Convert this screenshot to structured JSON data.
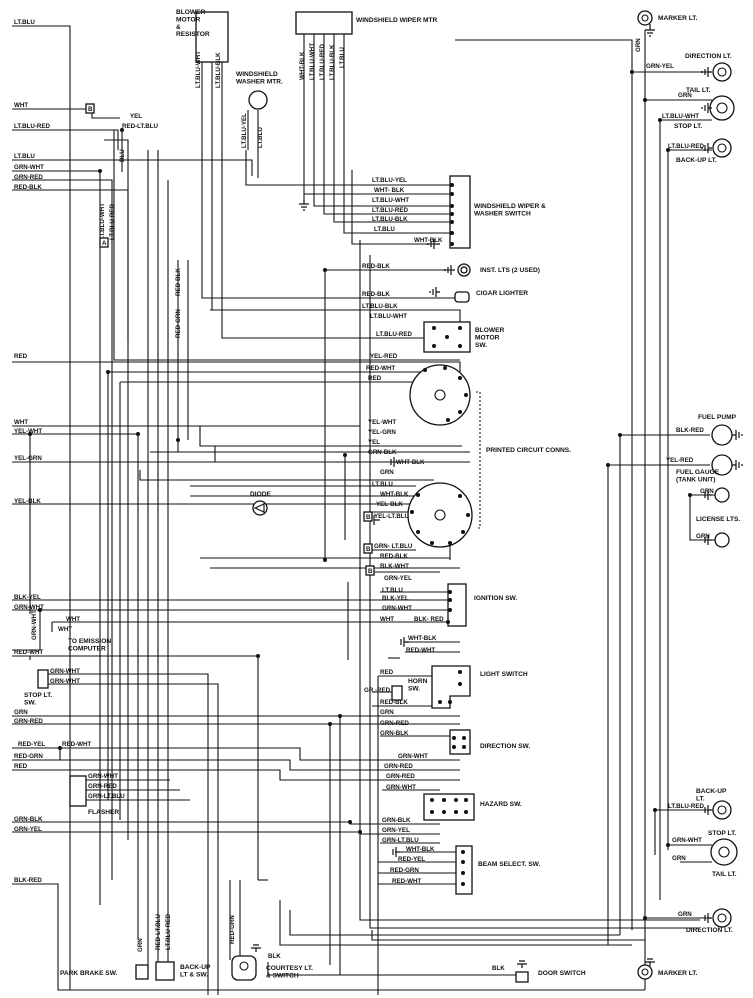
{
  "components": {
    "blower_motor_resistor": "BLOWER\nMOTOR\n&\nRESISTOR",
    "windshield_wiper_mtr": "WINDSHIELD WIPER MTR",
    "windshield_washer_mtr": "WINDSHIELD\nWASHER MTR.",
    "wiper_washer_switch": "WINDSHIELD WIPER &\nWASHER SWITCH",
    "inst_lts": "INST. LTS (2 USED)",
    "cigar_lighter": "CIGAR LIGHTER",
    "blower_motor_sw": "BLOWER\nMOTOR\nSW.",
    "printed_circuit_conns": "PRINTED CIRCUIT CONNS.",
    "diode": "DIODE",
    "ignition_sw": "IGNITION SW.",
    "to_emission_computer": "TO EMISSION\nCOMPUTER",
    "light_switch": "LIGHT SWITCH",
    "horn_sw": "HORN\nSW.",
    "stop_lt_sw": "STOP LT.\nSW.",
    "direction_sw": "DIRECTION SW.",
    "hazard_sw": "HAZARD SW.",
    "flasher": "FLASHER",
    "beam_select_sw": "BEAM SELECT. SW.",
    "park_brake_sw": "PARK BRAKE SW.",
    "backup_lt_sw": "BACK-UP\nLT & SW.",
    "courtesy_lt_switch": "COURTESY LT.\n& SWITCH",
    "door_switch": "DOOR SWITCH",
    "marker_lt_top": "MARKER LT.",
    "direction_lt_top": "DIRECTION LT.",
    "tail_lt_top": "TAIL LT.",
    "stop_lt_top": "STOP LT.",
    "backup_lt_top": "BACK-UP LT.",
    "fuel_pump": "FUEL PUMP",
    "fuel_gauge": "FUEL GAUGE\n(TANK UNIT)",
    "license_lts": "LICENSE LTS.",
    "backup_lt_bottom": "BACK-UP\nLT.",
    "stop_lt_bottom": "STOP LT.",
    "tail_lt_bottom": "TAIL LT.",
    "direction_lt_bottom": "DIRECTION LT.",
    "marker_lt_bottom": "MARKER LT."
  },
  "wire_labels": {
    "lt_blu_top": "LT.BLU",
    "wht_1": "WHT",
    "lt_blu_red_1": "LT.BLU-RED",
    "lt_blu_2": "LT.BLU",
    "grn_wht_1": "GRN-WHT",
    "grn_red_1": "GRN-RED",
    "red_blk_1": "RED-BLK",
    "yel_1": "YEL",
    "red_lt_blu_1": "RED-LT.BLU",
    "blu_1": "BLU",
    "lt_blu_wht_v": "LT.BLU-WHT",
    "lt_blu_red_v": "LT.BLU-RED",
    "red_blk_v": "RED-BLK",
    "red_grn_v": "RED-GRN",
    "lt_blu_wht_blower": "LT.BLU-WHT",
    "lt_blu_blk_blower": "LT.BLU-BLK",
    "lt_blu_yel_washer": "LT.BLU-YEL",
    "lt_blu_washer": "LT.BLU",
    "wht_blk_wiper": "WHT-BLK",
    "lt_blu_wht_wiper": "LT.BLU-WHT",
    "lt_blu_red_wiper": "LT.BLU-RED",
    "lt_blu_blk_wiper": "LT.BLU-BLK",
    "lt_blu_wiper": "LT.BLU",
    "sw_lt_blu_yel": "LT.BLU-YEL",
    "sw_wht_blk": "WHT- BLK",
    "sw_lt_blu_wht": "LT.BLU-WHT",
    "sw_lt_blu_red": "LT.BLU-RED",
    "sw_lt_blu_blk": "LT.BLU-BLK",
    "sw_lt_blu": "LT.BLU",
    "sw_wht_blk_gnd": "WHT-BLK",
    "inst_red_blk": "RED-BLK",
    "cig_red_blk": "RED-BLK",
    "blw_lt_blu_blk": "LT.BLU-BLK",
    "blw_lt_blu_wht": "LT.BLU-WHT",
    "blw_lt_blu_red": "LT.BLU-RED",
    "red_left": "RED",
    "pc_yel_red": "YEL-RED",
    "pc_red_wht": "RED-WHT",
    "pc_red": "RED",
    "wht_left": "WHT",
    "yel_wht_left": "YEL-WHT",
    "pc_yel_wht": "YEL-WHT",
    "pc_yel_grn": "YEL-GRN",
    "pc_yel": "YEL",
    "yel_grn_left": "YEL-GRN",
    "pc_grn_blk": "GRN-BLK",
    "pc_wht_blk_1": "WHT-BLK",
    "pc_grn": "GRN",
    "yel_blk_left": "YEL-BLK",
    "pc_lt_blu": "LT.BLU",
    "pc_wht_blk_2": "WHT-BLK",
    "pc_yel_blk": "YEL-BLK",
    "pc_yel_lt_blu": "YEL-LT.BLU",
    "pc_grn_lt_blu": "GRN- LT.BLU",
    "pc_red_blk": "RED-BLK",
    "pc_blk_wht": "BLK-WHT",
    "pc_grn_yel": "GRN-YEL",
    "blk_yel_left": "BLK-YEL",
    "grn_wht_left": "GRN-WHT",
    "grn_wht_v": "GRN-WHT",
    "ign_lt_blu": "LT.BLU",
    "ign_blk_yel": "BLK-YEL",
    "ign_grn_wht": "GRN-WHT",
    "ign_wht": "WHT",
    "ign_blk_red": "BLK- RED",
    "wht_em_1": "WHT",
    "wht_em_2": "WHT",
    "red_wht_em": "RED-WHT",
    "ls_wht_blk": "WHT-BLK",
    "ls_red_wht": "RED-WHT",
    "ls_red": "RED",
    "ls_gr_red": "GR.-RED",
    "ls_red_blk": "RED-BLK",
    "st_grn_wht_1": "GRN-WHT",
    "st_grn_wht_2": "GRN-WHT",
    "grn_left": "GRN",
    "grn_red_left": "GRN-RED",
    "ds_grn": "GRN",
    "ds_grn_red": "GRN-RED",
    "ds_grn_blk": "GRN-BLK",
    "red_yel_left": "RED-YEL",
    "red_wht_mid": "RED-WHT",
    "red_grn_left": "RED-GRN",
    "red_left_2": "RED",
    "hz_grn_wht": "GRN-WHT",
    "hz_grn_red_1": "GRN-RED",
    "hz_grn_red_2": "GRN-RED",
    "hz_grn_wht_2": "GRN-WHT",
    "fl_grn_wht": "GRN-WHT",
    "fl_grn_red": "GRN-RED",
    "fl_grn_lt_blu": "GRN-LT.BLU",
    "grn_blk_left": "GRN-BLK",
    "grn_yel_left": "GRN-YEL",
    "hz_grn_blk": "GRN-BLK",
    "hz_grn_yel": "GRN-YEL",
    "hz_grn_lt_blu": "GRN-LT.BLU",
    "bs_wht_blk": "WHT-BLK",
    "bs_red_yel": "RED-YEL",
    "bs_red_grn": "RED-GRN",
    "bs_red_wht": "RED-WHT",
    "blk_red_left": "BLK-RED",
    "pb_grn": "GRN",
    "bu_red_lt_blu": "RED-LT.BLU",
    "bu_lt_blu_red": "LT.BLU-RED",
    "ct_red_grn": "RED-GRN",
    "ct_blk": "BLK",
    "door_blk": "BLK",
    "rt_grn": "GRN",
    "rt_grn_yel": "GRN-YEL",
    "rt_grn_2": "GRN",
    "rt_lt_blu_wht": "LT.BLU-WHT",
    "rt_lt_blu_red": "LT.BLU-RED",
    "rt_blk_red": "BLK-RED",
    "rt_yel_red": "YEL-RED",
    "rt_grn_lic_1": "GRN",
    "rt_grn_lic_2": "GRN",
    "rt_lt_blu_red_b": "LT.BLU-RED",
    "rt_grn_wht_b": "GRN-WHT",
    "rt_grn_b": "GRN",
    "rt_grn_c": "GRN",
    "rt_grn_d": "GRN",
    "term_b1": "B",
    "term_a": "A",
    "term_b2": "B",
    "term_b3": "B",
    "term_b4": "B"
  }
}
